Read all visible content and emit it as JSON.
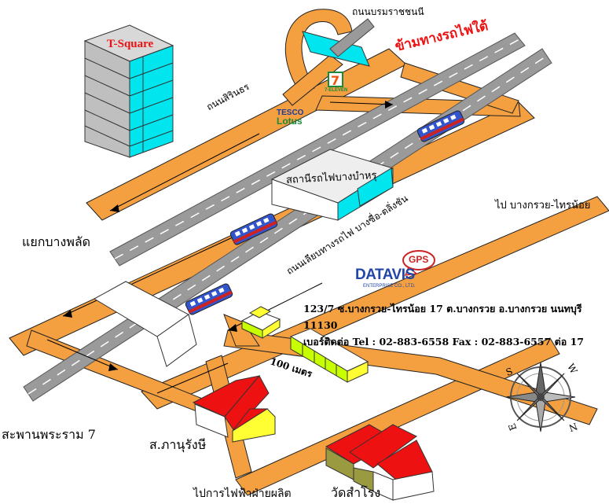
{
  "labels": {
    "t_square": "T-Square",
    "rd_borommaratchachonnani": "ถนนบรมราชชนนี",
    "cross_railway": "ข้ามทางรถไฟใต้",
    "rd_sirindhorn": "ถนนสิรินธร",
    "station": "สถานีรถไฟบางบำหรุ",
    "to_bang_kruai": "ไป บางกรวย-ไทรน้อย",
    "bang_phlat": "แยกบางพลัด",
    "railway_road": "ถนนเลียบทางรถไฟ บางซื่อ-ตลิ่งชัน",
    "rama7_bridge": "สะพานพระราม 7",
    "school": "ส.ภานุรังษี",
    "to_egat": "ไปการไฟฟ้าฝ่ายผลิต",
    "temple": "วัดสำโรง",
    "distance": "100 เมตร"
  },
  "logos": {
    "seven_eleven": "7-ELEVEN",
    "tesco": "TESCO",
    "lotus": "Lotus",
    "gps": "GPS",
    "datavis": "DATAVIS",
    "datavis_sub": "ENTERPRISE CO., LTD."
  },
  "address": {
    "line1": "123/7 ซ.บางกรวย-ไทรน้อย 17 ต.บางกรวย อ.บางกรวย นนทบุรี 11130",
    "line2": "เบอร์ติดต่อ Tel : 02-883-6558  Fax : 02-883-6557 ต่อ 17"
  },
  "compass": {
    "n": "N",
    "s": "S",
    "e": "E",
    "w": "W"
  },
  "colors": {
    "road": "#f4a040",
    "rail": "#9a9a9a",
    "train_body": "#3355cc",
    "train_stripe": "#cc2222",
    "roof": "#ee1111",
    "wall": "#ffff33",
    "building": "#c8ff00",
    "cyan": "#00e5ee"
  }
}
